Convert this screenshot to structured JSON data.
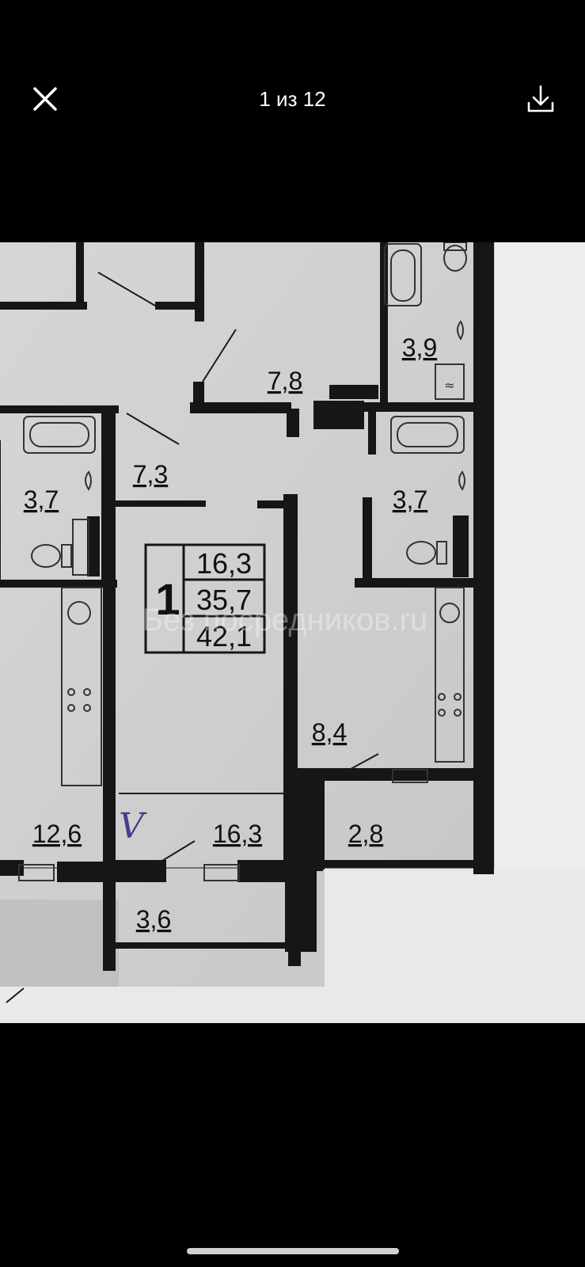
{
  "viewer": {
    "counter": "1 из 12",
    "close_icon": "close-icon",
    "download_icon": "download-icon"
  },
  "floorplan": {
    "apartment": {
      "rooms": "1",
      "living_area": "16,3",
      "usable_area": "35,7",
      "total_area": "42,1"
    },
    "labels": {
      "bath_top_right": "3,9",
      "room_top": "7,8",
      "hall": "7,3",
      "bath_left": "3,7",
      "bath_right": "3,7",
      "kitchen_right": "8,4",
      "balcony_right": "2,8",
      "room_left": "12,6",
      "room_main": "16,3",
      "balcony_bottom": "3,6"
    },
    "handwritten_mark": "V",
    "watermark": "Без посредников.ru",
    "colors": {
      "paper": "#dcdcdc",
      "wall": "#161616",
      "mark": "#4b3a8a"
    }
  }
}
